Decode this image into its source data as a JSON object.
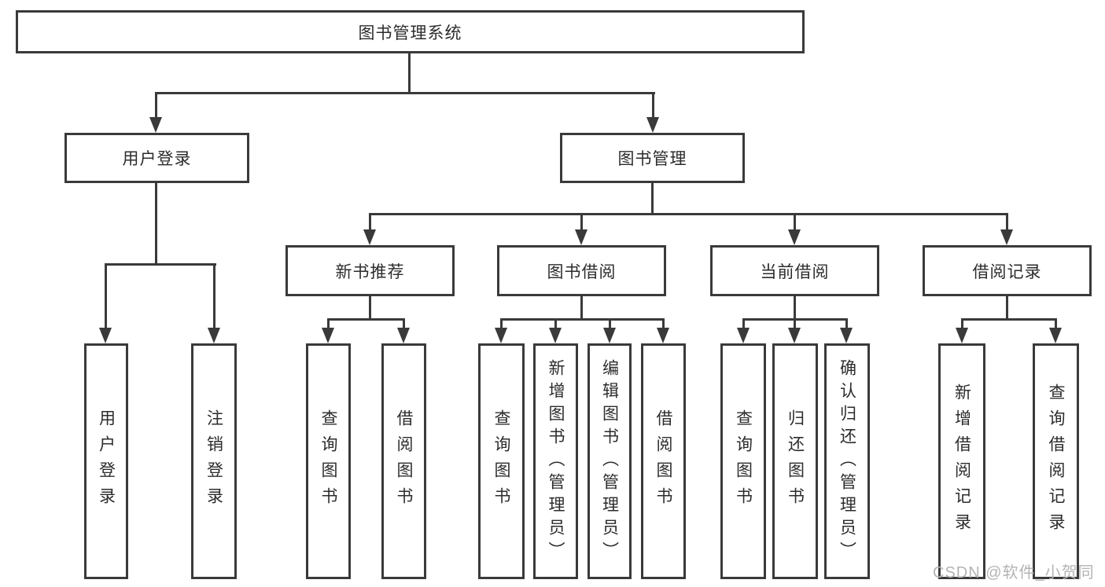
{
  "diagram": {
    "root": "图书管理系统",
    "level2": {
      "user_login": "用户登录",
      "book_management": "图书管理"
    },
    "level3": {
      "new_book_recommend": "新书推荐",
      "book_borrow": "图书借阅",
      "current_borrow": "当前借阅",
      "borrow_records": "借阅记录"
    },
    "leaves": {
      "user_login": [
        "用户登录",
        "注销登录"
      ],
      "new_book_recommend": [
        "查询图书",
        "借阅图书"
      ],
      "book_borrow": [
        "查询图书",
        "新增图书（管理员）",
        "编辑图书（管理员）",
        "借阅图书"
      ],
      "current_borrow": [
        "查询图书",
        "归还图书",
        "确认归还（管理员）"
      ],
      "borrow_records": [
        "新增借阅记录",
        "查询借阅记录"
      ]
    }
  },
  "watermark": {
    "text": "CSDN @软件_小贺同学",
    "color": "#b4b4b4"
  },
  "colors": {
    "line": "#3a3a3a",
    "text": "#2c2c2c",
    "background": "#ffffff"
  }
}
